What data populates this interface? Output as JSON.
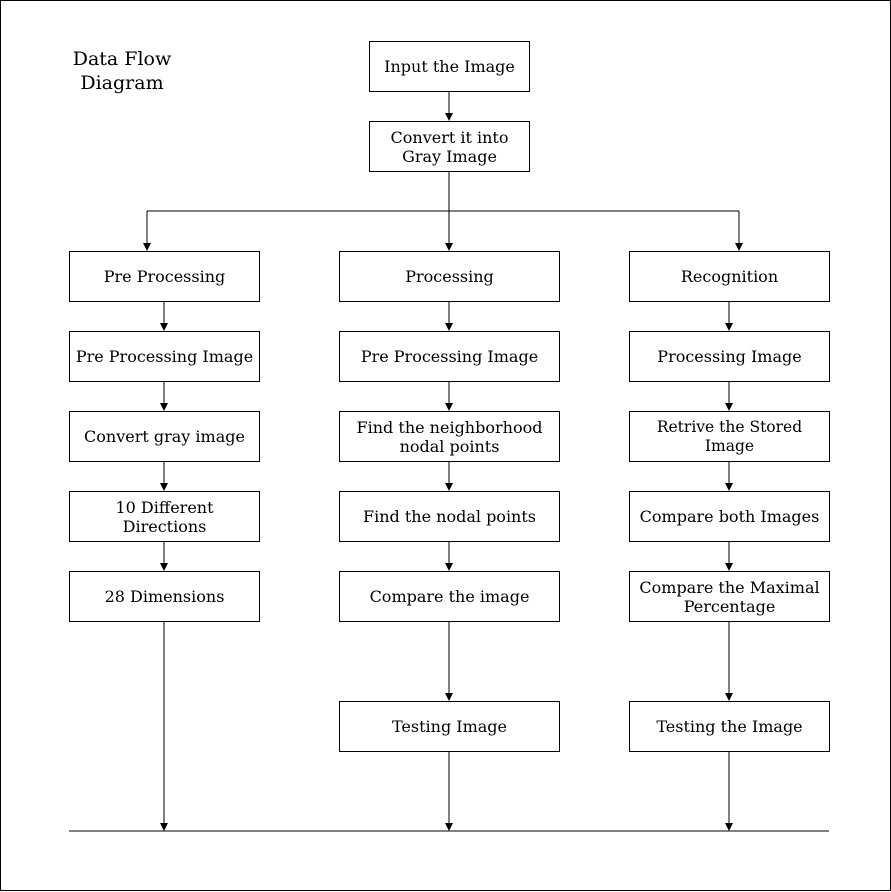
{
  "diagram": {
    "title_line1": "Data Flow",
    "title_line2": "Diagram",
    "top": {
      "input": "Input the Image",
      "convert_line1": "Convert it into",
      "convert_line2": "Gray Image"
    },
    "left": {
      "heading": "Pre Processing",
      "step1": "Pre Processing Image",
      "step2": "Convert gray image",
      "step3": "10 Different Directions",
      "step4": "28 Dimensions"
    },
    "middle": {
      "heading": "Processing",
      "step1": "Pre Processing Image",
      "step2_line1": "Find the neighborhood",
      "step2_line2": "nodal points",
      "step3": "Find the nodal points",
      "step4": "Compare the image",
      "step5": "Testing Image"
    },
    "right": {
      "heading": "Recognition",
      "step1": "Processing Image",
      "step2": "Retrive the Stored Image",
      "step3": "Compare both Images",
      "step4_line1": "Compare the Maximal",
      "step4_line2": "Percentage",
      "step5": "Testing the Image"
    }
  }
}
